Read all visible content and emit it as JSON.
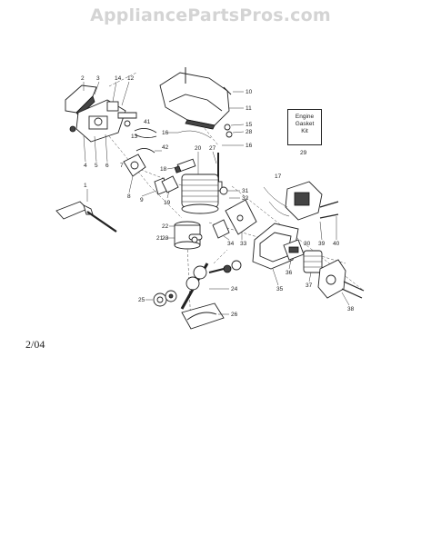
{
  "watermark": "AppliancePartsPros.com",
  "date_mark": "2/04",
  "kit_box": {
    "lines": [
      "Engine",
      "Gasket",
      "Kit"
    ],
    "number": "29"
  },
  "callouts": [
    "1",
    "2",
    "3",
    "4",
    "5",
    "6",
    "7",
    "8",
    "9",
    "10",
    "11",
    "12",
    "13",
    "14",
    "15",
    "16",
    "16",
    "17",
    "18",
    "19",
    "20",
    "21",
    "22",
    "23",
    "24",
    "25",
    "26",
    "27",
    "28",
    "30",
    "31",
    "32",
    "33",
    "34",
    "35",
    "36",
    "37",
    "38",
    "39",
    "40",
    "41",
    "42"
  ]
}
